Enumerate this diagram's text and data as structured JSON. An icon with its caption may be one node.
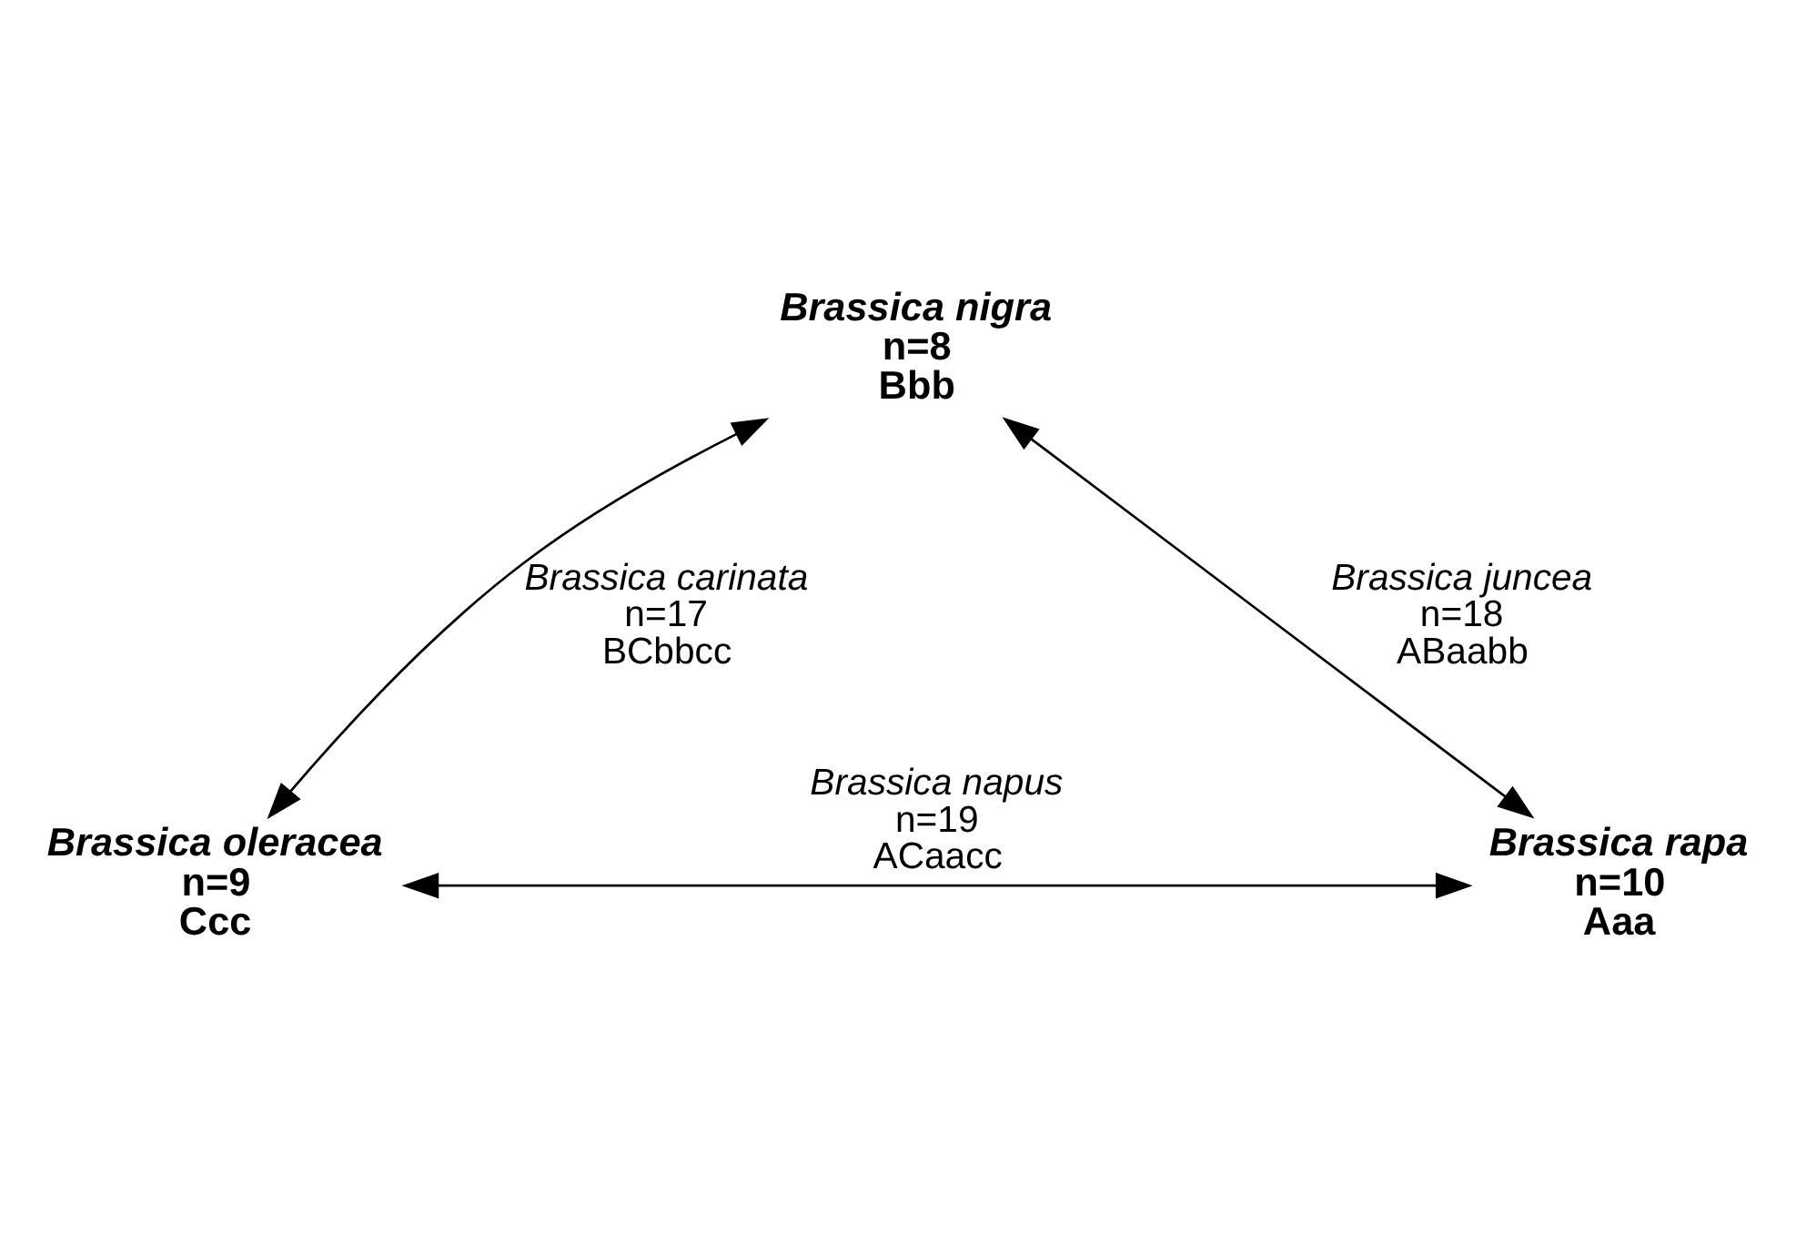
{
  "diagram": {
    "nodes": [
      {
        "text": [
          "Brassica nigra",
          "n=8",
          "Bbb"
        ]
      },
      {
        "text": [
          "Brassica oleracea",
          "n=9",
          "Ccc"
        ]
      },
      {
        "text": [
          "Brassica rapa",
          "n=10",
          "Aaa"
        ]
      }
    ],
    "edges": [
      {
        "from": 0,
        "to": 1,
        "arrow": "both",
        "label": "*Brassica carinata* n=17 BCbbcc"
      },
      {
        "from": 0,
        "to": 2,
        "arrow": "both",
        "label": "*Brassica juncea* n=18 ABaabb"
      },
      {
        "from": 1,
        "to": 2,
        "arrow": "both",
        "label": "*Brassica napus* n=19 ACaacc"
      }
    ]
  }
}
